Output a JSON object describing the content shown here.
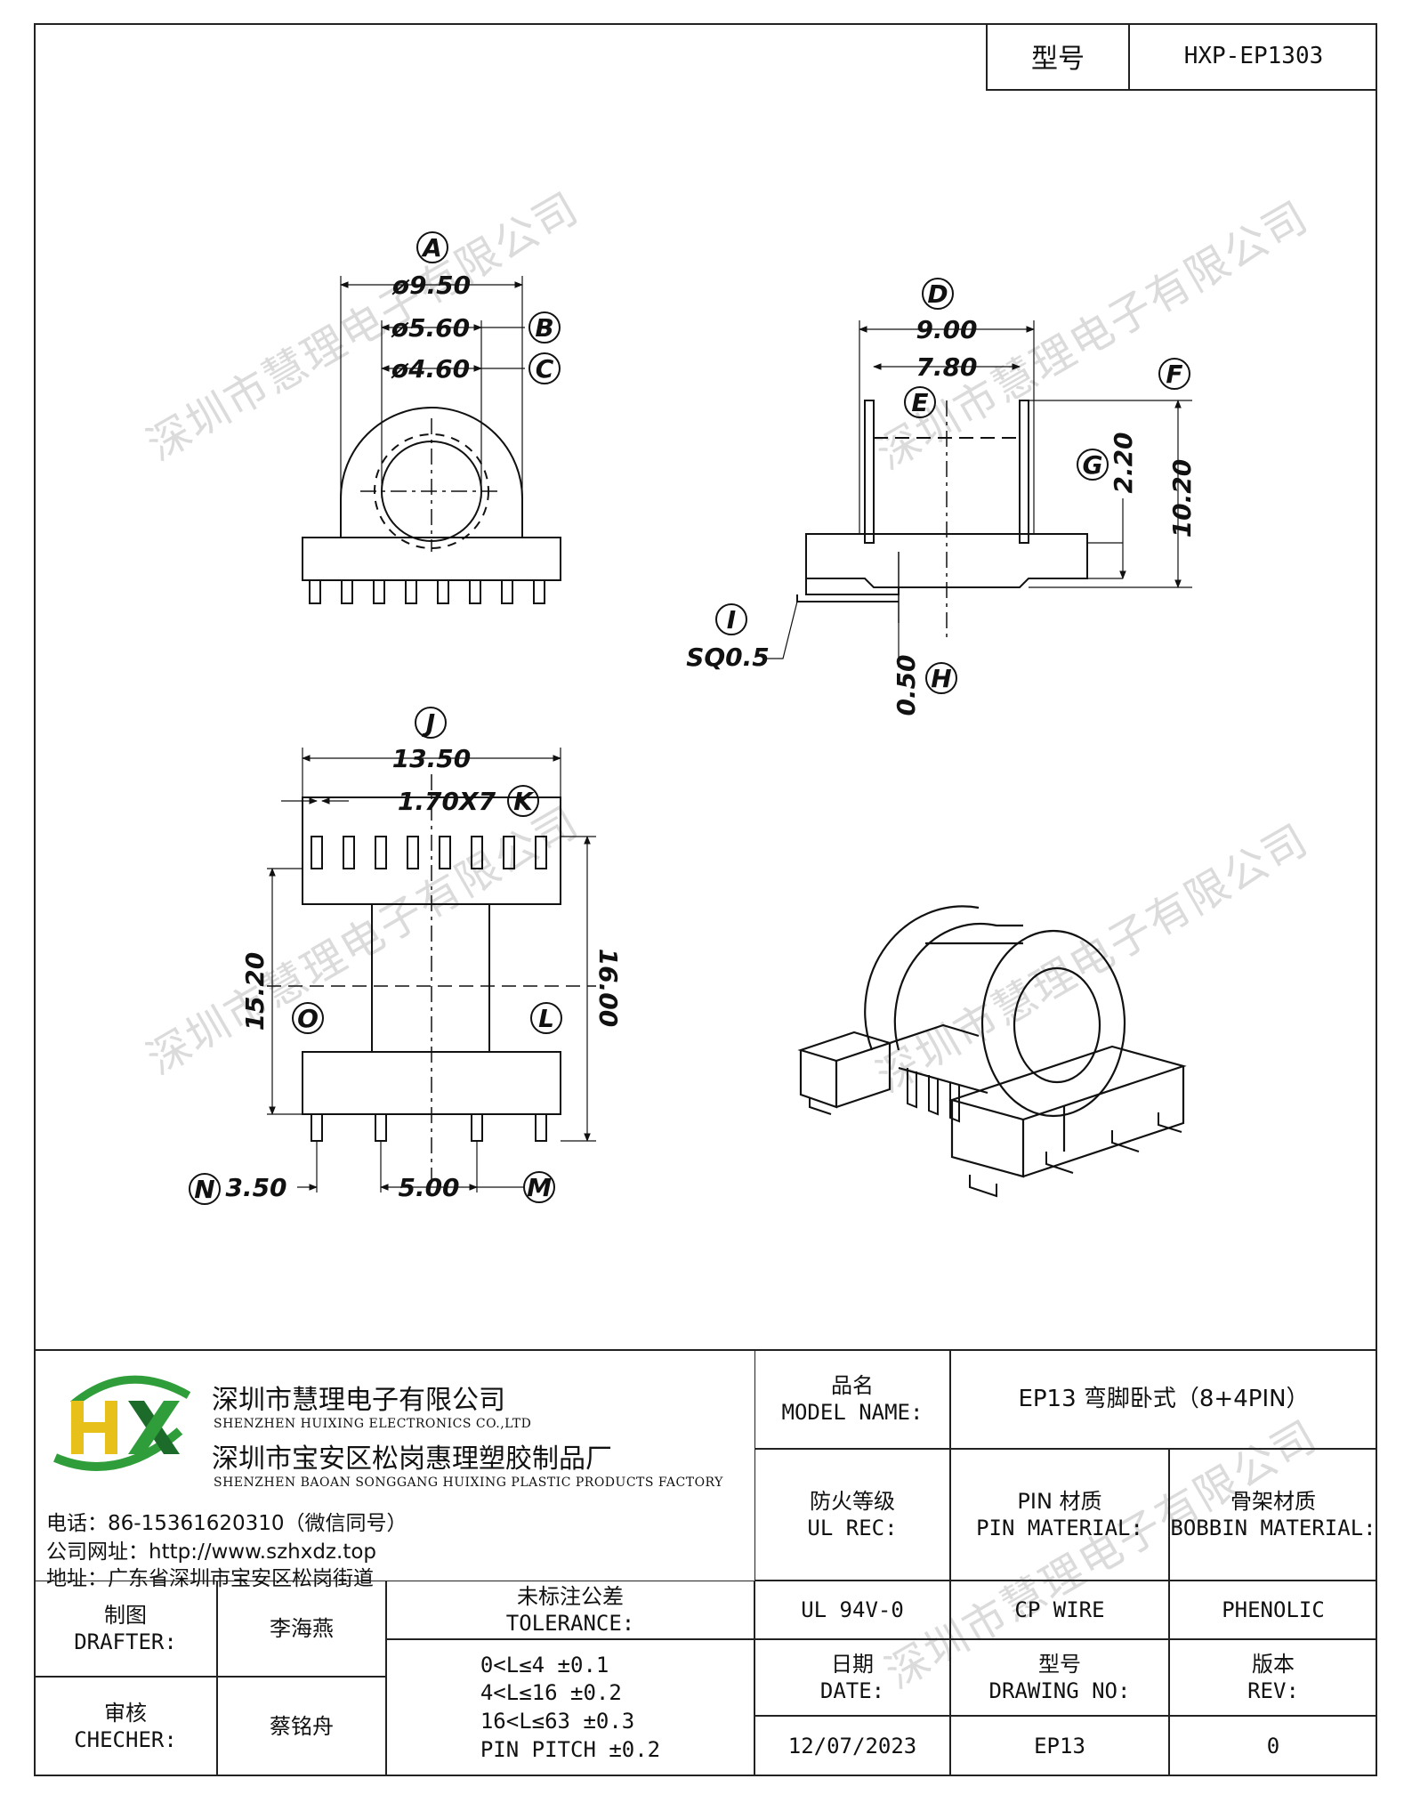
{
  "header": {
    "model_label": "型号",
    "model_value": "HXP-EP1303"
  },
  "watermark": "深圳市慧理电子有限公司",
  "drawing": {
    "dims": {
      "A": "A",
      "B": "B",
      "C": "C",
      "D": "D",
      "E": "E",
      "F": "F",
      "G": "G",
      "H": "H",
      "I": "I",
      "J": "J",
      "K": "K",
      "L": "L",
      "M": "M",
      "N": "N",
      "O": "O",
      "a_val": "ø9.50",
      "b_val": "ø5.60",
      "c_val": "ø4.60",
      "d_val": "9.00",
      "e_val": "7.80",
      "g_val": "2.20",
      "f_val": "10.20",
      "i_val": "SQ0.5",
      "h_val": "0.50",
      "j_val": "13.50",
      "k_val": "1.70X7",
      "o_val": "15.20",
      "l_val": "16.00",
      "n_val": "3.50",
      "m_val": "5.00"
    }
  },
  "title_block": {
    "company_cn": "深圳市慧理电子有限公司",
    "company_en": "SHENZHEN HUIXING ELECTRONICS CO.,LTD",
    "factory_cn": "深圳市宝安区松岗惠理塑胶制品厂",
    "factory_en": "SHENZHEN BAOAN SONGGANG HUIXING PLASTIC PRODUCTS FACTORY",
    "phone": "电话：86-15361620310（微信同号）",
    "website": "公司网址：http://www.szhxdz.top",
    "address": "地址：广东省深圳市宝安区松岗街道",
    "model_name_cn": "品名",
    "model_name_en": "MODEL NAME:",
    "model_name_value": "EP13 弯脚卧式（8+4PIN）",
    "ul_cn": "防火等级",
    "ul_en": "UL REC:",
    "pin_cn": "PIN 材质",
    "pin_en": "PIN MATERIAL:",
    "bobbin_cn": "骨架材质",
    "bobbin_en": "BOBBIN MATERIAL:",
    "ul_value": "UL 94V-0",
    "pin_value": "CP WIRE",
    "bobbin_value": "PHENOLIC",
    "drafter_cn": "制图",
    "drafter_en": "DRAFTER:",
    "drafter_name": "李海燕",
    "checker_cn": "审核",
    "checker_en": "CHECHER:",
    "checker_name": "蔡铭舟",
    "tol_cn": "未标注公差",
    "tol_en": "TOLERANCE:",
    "tolerances": [
      "0<L≤4   ±0.1",
      "4<L≤16  ±0.2",
      "16<L≤63  ±0.3",
      "PIN PITCH  ±0.2"
    ],
    "date_cn": "日期",
    "date_en": "DATE:",
    "drawing_no_cn": "型号",
    "drawing_no_en": "DRAWING NO:",
    "rev_cn": "版本",
    "rev_en": "REV:",
    "date_value": "12/07/2023",
    "drawing_no_value": "EP13",
    "rev_value": "0"
  },
  "colors": {
    "logo_green": "#2f9e3a",
    "logo_yellow": "#e7c11a",
    "logo_dark": "#1d6b2b"
  }
}
